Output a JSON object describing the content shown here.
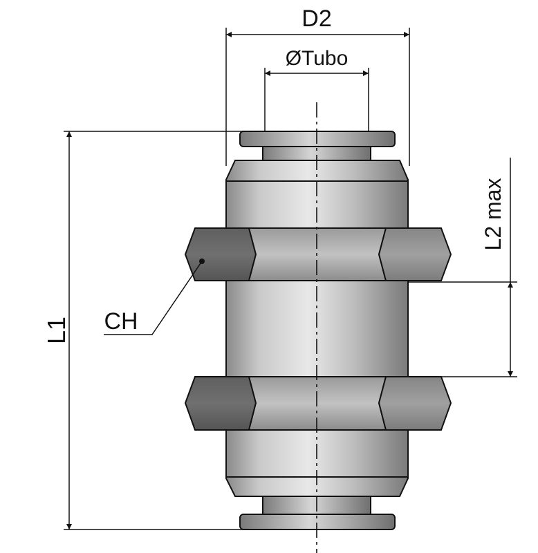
{
  "labels": {
    "d2": "D2",
    "tube_diameter": "ØTubo",
    "l2_max": "L2 max",
    "l1": "L1",
    "ch": "CH"
  },
  "colors": {
    "line": "#111111",
    "body_light": "#d9d9d9",
    "body_mid": "#b4b4b4",
    "body_dark": "#7d7d7d",
    "hex_face": "#a9a9a9",
    "hex_side": "#6d6d6d"
  }
}
